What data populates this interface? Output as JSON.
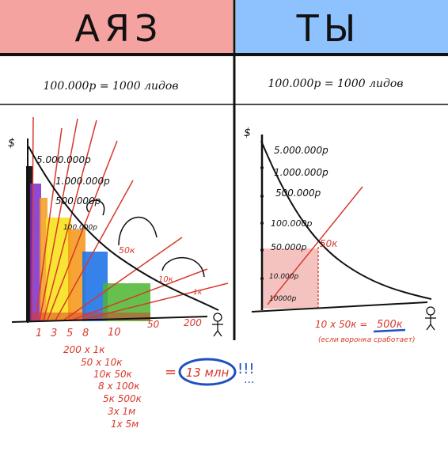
{
  "header": {
    "left_title": "АЯЗ",
    "right_title": "ТЫ",
    "left_bg": "#f4a3a0",
    "right_bg": "#8ec2ff"
  },
  "subheader": {
    "left_equation": "100.000р = 1000 лидов",
    "right_equation": "100.000р = 1000 лидов"
  },
  "left_chart": {
    "y_axis_label": "$",
    "price_levels": [
      "5.000.000р",
      "1.000.000р",
      "500.000р",
      "100.000р",
      "50к",
      "10к",
      "1к"
    ],
    "x_ticks": [
      "1",
      "3",
      "5",
      "8",
      "10",
      "50",
      "200"
    ],
    "calc_lines": [
      "200 х 1к",
      "50 х 10к",
      "10к 50к",
      "8 х 100к",
      "5к 500к",
      "3х 1м",
      "1х 5м"
    ],
    "total": "13 млн",
    "exclaim": "!!!",
    "dots": "..."
  },
  "right_chart": {
    "y_axis_label": "$",
    "price_levels": [
      "5.000.000р",
      "1.000.000р",
      "500.000р",
      "100.000р",
      "50.000р",
      "50к",
      "10.000р",
      "10000р"
    ],
    "formula": "10 х 50к =",
    "result": "500к",
    "note": "(если воронка сработает)"
  },
  "colors": {
    "ink": "#111111",
    "red": "#d9382b",
    "blue": "#1e4fc2"
  }
}
